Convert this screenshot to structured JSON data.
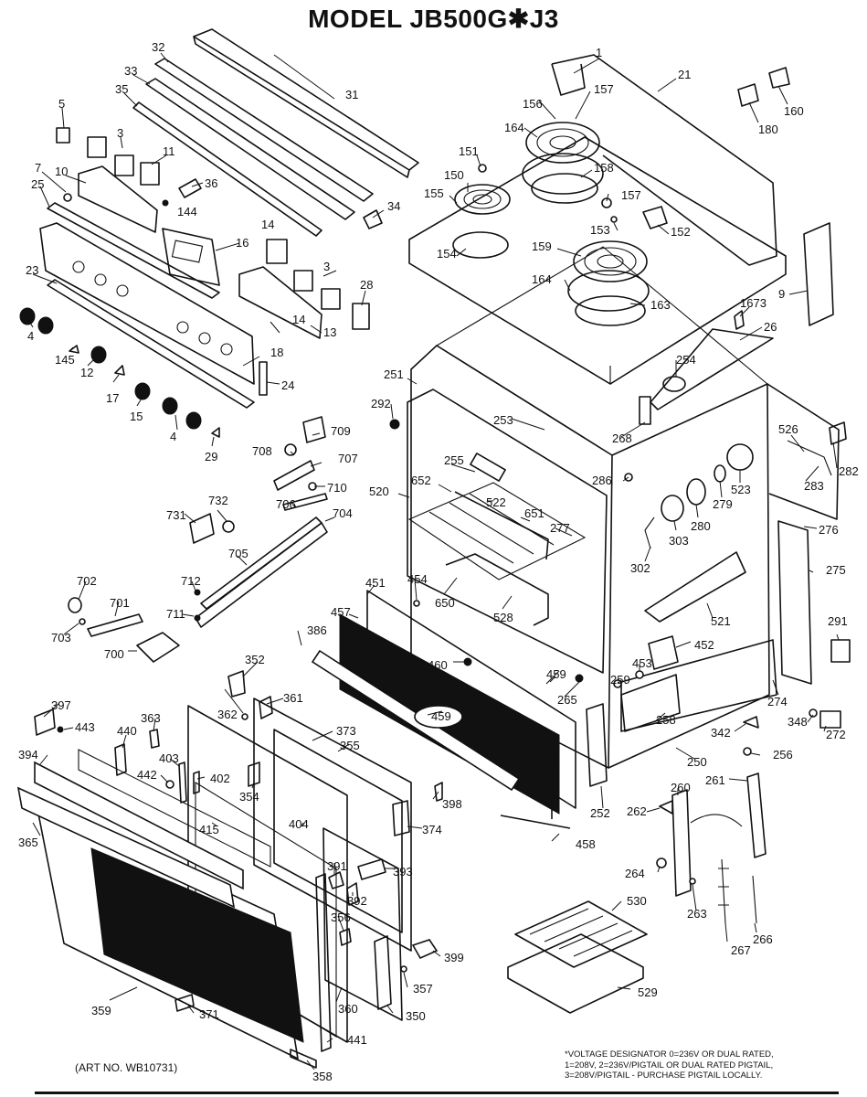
{
  "title": "MODEL JB500G✱J3",
  "art_number": "(ART NO. WB10731)",
  "footnote": [
    "*VOLTAGE DESIGNATOR 0=236V OR DUAL RATED,",
    "1=208V, 2=236V/PIGTAIL OR DUAL RATED PIGTAIL,",
    "3=208V/PIGTAIL - PURCHASE PIGTAIL LOCALLY."
  ],
  "callouts": [
    {
      "id": "c-32",
      "label": "32"
    },
    {
      "id": "c-31",
      "label": "31"
    },
    {
      "id": "c-33",
      "label": "33"
    },
    {
      "id": "c-35",
      "label": "35"
    },
    {
      "id": "c-5",
      "label": "5"
    },
    {
      "id": "c-3a",
      "label": "3"
    },
    {
      "id": "c-11",
      "label": "11"
    },
    {
      "id": "c-7",
      "label": "7"
    },
    {
      "id": "c-10",
      "label": "10"
    },
    {
      "id": "c-36",
      "label": "36"
    },
    {
      "id": "c-25",
      "label": "25"
    },
    {
      "id": "c-144",
      "label": "144"
    },
    {
      "id": "c-34",
      "label": "34"
    },
    {
      "id": "c-14a",
      "label": "14"
    },
    {
      "id": "c-16",
      "label": "16"
    },
    {
      "id": "c-3b",
      "label": "3"
    },
    {
      "id": "c-28",
      "label": "28"
    },
    {
      "id": "c-23",
      "label": "23"
    },
    {
      "id": "c-14b",
      "label": "14"
    },
    {
      "id": "c-13",
      "label": "13"
    },
    {
      "id": "c-4a",
      "label": "4"
    },
    {
      "id": "c-18",
      "label": "18"
    },
    {
      "id": "c-145",
      "label": "145"
    },
    {
      "id": "c-12",
      "label": "12"
    },
    {
      "id": "c-24",
      "label": "24"
    },
    {
      "id": "c-17",
      "label": "17"
    },
    {
      "id": "c-15",
      "label": "15"
    },
    {
      "id": "c-4b",
      "label": "4"
    },
    {
      "id": "c-29",
      "label": "29"
    },
    {
      "id": "c-1",
      "label": "1"
    },
    {
      "id": "c-21",
      "label": "21"
    },
    {
      "id": "c-160",
      "label": "160"
    },
    {
      "id": "c-180",
      "label": "180"
    },
    {
      "id": "c-156",
      "label": "156"
    },
    {
      "id": "c-157a",
      "label": "157"
    },
    {
      "id": "c-164a",
      "label": "164"
    },
    {
      "id": "c-151",
      "label": "151"
    },
    {
      "id": "c-158",
      "label": "158"
    },
    {
      "id": "c-150",
      "label": "150"
    },
    {
      "id": "c-155",
      "label": "155"
    },
    {
      "id": "c-157b",
      "label": "157"
    },
    {
      "id": "c-153",
      "label": "153"
    },
    {
      "id": "c-152",
      "label": "152"
    },
    {
      "id": "c-154",
      "label": "154"
    },
    {
      "id": "c-159",
      "label": "159"
    },
    {
      "id": "c-164b",
      "label": "164"
    },
    {
      "id": "c-163",
      "label": "163"
    },
    {
      "id": "c-9",
      "label": "9"
    },
    {
      "id": "c-1673",
      "label": "1673"
    },
    {
      "id": "c-26",
      "label": "26"
    },
    {
      "id": "c-254",
      "label": "254"
    },
    {
      "id": "c-251",
      "label": "251"
    },
    {
      "id": "c-292",
      "label": "292"
    },
    {
      "id": "c-253",
      "label": "253"
    },
    {
      "id": "c-268",
      "label": "268"
    },
    {
      "id": "c-526",
      "label": "526"
    },
    {
      "id": "c-282",
      "label": "282"
    },
    {
      "id": "c-709",
      "label": "709"
    },
    {
      "id": "c-708",
      "label": "708"
    },
    {
      "id": "c-707",
      "label": "707"
    },
    {
      "id": "c-255",
      "label": "255"
    },
    {
      "id": "c-286",
      "label": "286"
    },
    {
      "id": "c-283",
      "label": "283"
    },
    {
      "id": "c-710",
      "label": "710"
    },
    {
      "id": "c-520",
      "label": "520"
    },
    {
      "id": "c-652",
      "label": "652"
    },
    {
      "id": "c-522",
      "label": "522"
    },
    {
      "id": "c-523",
      "label": "523"
    },
    {
      "id": "c-706",
      "label": "706"
    },
    {
      "id": "c-732",
      "label": "732"
    },
    {
      "id": "c-704",
      "label": "704"
    },
    {
      "id": "c-651",
      "label": "651"
    },
    {
      "id": "c-279",
      "label": "279"
    },
    {
      "id": "c-731",
      "label": "731"
    },
    {
      "id": "c-277",
      "label": "277"
    },
    {
      "id": "c-280",
      "label": "280"
    },
    {
      "id": "c-276",
      "label": "276"
    },
    {
      "id": "c-303",
      "label": "303"
    },
    {
      "id": "c-705",
      "label": "705"
    },
    {
      "id": "c-275",
      "label": "275"
    },
    {
      "id": "c-302",
      "label": "302"
    },
    {
      "id": "c-702",
      "label": "702"
    },
    {
      "id": "c-712",
      "label": "712"
    },
    {
      "id": "c-451",
      "label": "451"
    },
    {
      "id": "c-454",
      "label": "454"
    },
    {
      "id": "c-650",
      "label": "650"
    },
    {
      "id": "c-701",
      "label": "701"
    },
    {
      "id": "c-528",
      "label": "528"
    },
    {
      "id": "c-521",
      "label": "521"
    },
    {
      "id": "c-711",
      "label": "711"
    },
    {
      "id": "c-457",
      "label": "457"
    },
    {
      "id": "c-291",
      "label": "291"
    },
    {
      "id": "c-703",
      "label": "703"
    },
    {
      "id": "c-386",
      "label": "386"
    },
    {
      "id": "c-700",
      "label": "700"
    },
    {
      "id": "c-452",
      "label": "452"
    },
    {
      "id": "c-352",
      "label": "352"
    },
    {
      "id": "c-460",
      "label": "460"
    },
    {
      "id": "c-453",
      "label": "453"
    },
    {
      "id": "c-459a",
      "label": "459"
    },
    {
      "id": "c-259",
      "label": "259"
    },
    {
      "id": "c-265",
      "label": "265"
    },
    {
      "id": "c-361",
      "label": "361"
    },
    {
      "id": "c-397",
      "label": "397"
    },
    {
      "id": "c-362",
      "label": "362"
    },
    {
      "id": "c-459b",
      "label": "459"
    },
    {
      "id": "c-274",
      "label": "274"
    },
    {
      "id": "c-363",
      "label": "363"
    },
    {
      "id": "c-258",
      "label": "258"
    },
    {
      "id": "c-348",
      "label": "348"
    },
    {
      "id": "c-443",
      "label": "443"
    },
    {
      "id": "c-373",
      "label": "373"
    },
    {
      "id": "c-342",
      "label": "342"
    },
    {
      "id": "c-272",
      "label": "272"
    },
    {
      "id": "c-440",
      "label": "440"
    },
    {
      "id": "c-355",
      "label": "355"
    },
    {
      "id": "c-394",
      "label": "394"
    },
    {
      "id": "c-403",
      "label": "403"
    },
    {
      "id": "c-256",
      "label": "256"
    },
    {
      "id": "c-250",
      "label": "250"
    },
    {
      "id": "c-442",
      "label": "442"
    },
    {
      "id": "c-402",
      "label": "402"
    },
    {
      "id": "c-261",
      "label": "261"
    },
    {
      "id": "c-354",
      "label": "354"
    },
    {
      "id": "c-260",
      "label": "260"
    },
    {
      "id": "c-398",
      "label": "398"
    },
    {
      "id": "c-252",
      "label": "252"
    },
    {
      "id": "c-262",
      "label": "262"
    },
    {
      "id": "c-415",
      "label": "415"
    },
    {
      "id": "c-404",
      "label": "404"
    },
    {
      "id": "c-374",
      "label": "374"
    },
    {
      "id": "c-365",
      "label": "365"
    },
    {
      "id": "c-458",
      "label": "458"
    },
    {
      "id": "c-391",
      "label": "391"
    },
    {
      "id": "c-393",
      "label": "393"
    },
    {
      "id": "c-264",
      "label": "264"
    },
    {
      "id": "c-392",
      "label": "392"
    },
    {
      "id": "c-530",
      "label": "530"
    },
    {
      "id": "c-263",
      "label": "263"
    },
    {
      "id": "c-356",
      "label": "356"
    },
    {
      "id": "c-266",
      "label": "266"
    },
    {
      "id": "c-267",
      "label": "267"
    },
    {
      "id": "c-399",
      "label": "399"
    },
    {
      "id": "c-357",
      "label": "357"
    },
    {
      "id": "c-529",
      "label": "529"
    },
    {
      "id": "c-359",
      "label": "359"
    },
    {
      "id": "c-360",
      "label": "360"
    },
    {
      "id": "c-350",
      "label": "350"
    },
    {
      "id": "c-371",
      "label": "371"
    },
    {
      "id": "c-441",
      "label": "441"
    },
    {
      "id": "c-358",
      "label": "358"
    }
  ]
}
